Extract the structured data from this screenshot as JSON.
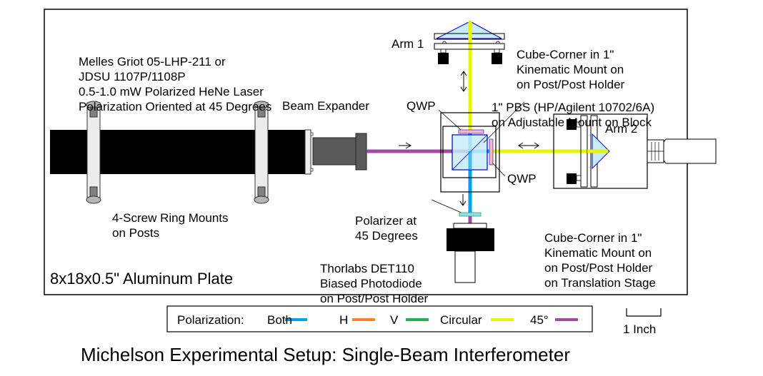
{
  "title": "Michelson Experimental Setup: Single-Beam Interferometer",
  "plate_label": "8x18x0.5\" Aluminum Plate",
  "labels": {
    "laser": [
      "Melles Griot 05-LHP-211 or",
      "JDSU 1107P/1108P",
      "0.5-1.0 mW Polarized HeNe Laser",
      "Polarization Oriented at 45 Degrees"
    ],
    "ring_mounts": [
      "4-Screw Ring Mounts",
      "on Posts"
    ],
    "beam_expander": "Beam Expander",
    "arm1": "Arm 1",
    "arm2": "Arm 2",
    "arm1_cube_corner": [
      "Cube-Corner in 1\"",
      "Kinematic Mount on",
      "on Post/Post Holder"
    ],
    "pbs": [
      "1\" PBS (HP/Agilent 10702/6A)",
      "on Adjustable Mount on Block"
    ],
    "qwp_top": "QWP",
    "qwp_right": "QWP",
    "polarizer": [
      "Polarizer at",
      "45 Degrees"
    ],
    "detector": [
      "Thorlabs DET110",
      "Biased Photodiode",
      "on Post/Post Holder"
    ],
    "arm2_cube_corner": [
      "Cube-Corner in 1\"",
      "Kinematic Mount on",
      "on Post/Post Holder",
      "on Translation Stage"
    ]
  },
  "legend": {
    "title": "Polarization:",
    "items": [
      {
        "label": "Both",
        "color": "#00a2e8"
      },
      {
        "label": "H",
        "color": "#ff7f27"
      },
      {
        "label": "V",
        "color": "#22b14c"
      },
      {
        "label": "Circular",
        "color": "#e6f500"
      },
      {
        "label": "45°",
        "color": "#a349a4"
      }
    ]
  },
  "scale_bar": {
    "label": "1 Inch"
  },
  "colors": {
    "beam_45": "#a349a4",
    "beam_both": "#00a2e8",
    "beam_circular": "#e6f500",
    "optic_fill": "#c8ecfa",
    "optic_stroke": "#0000c8",
    "qwp_fill": "#f7b6c2",
    "polarizer_fill": "#9ad9ea",
    "polarizer_stroke": "#22b14c",
    "laser_body": "#000000",
    "expander": "#595959"
  }
}
